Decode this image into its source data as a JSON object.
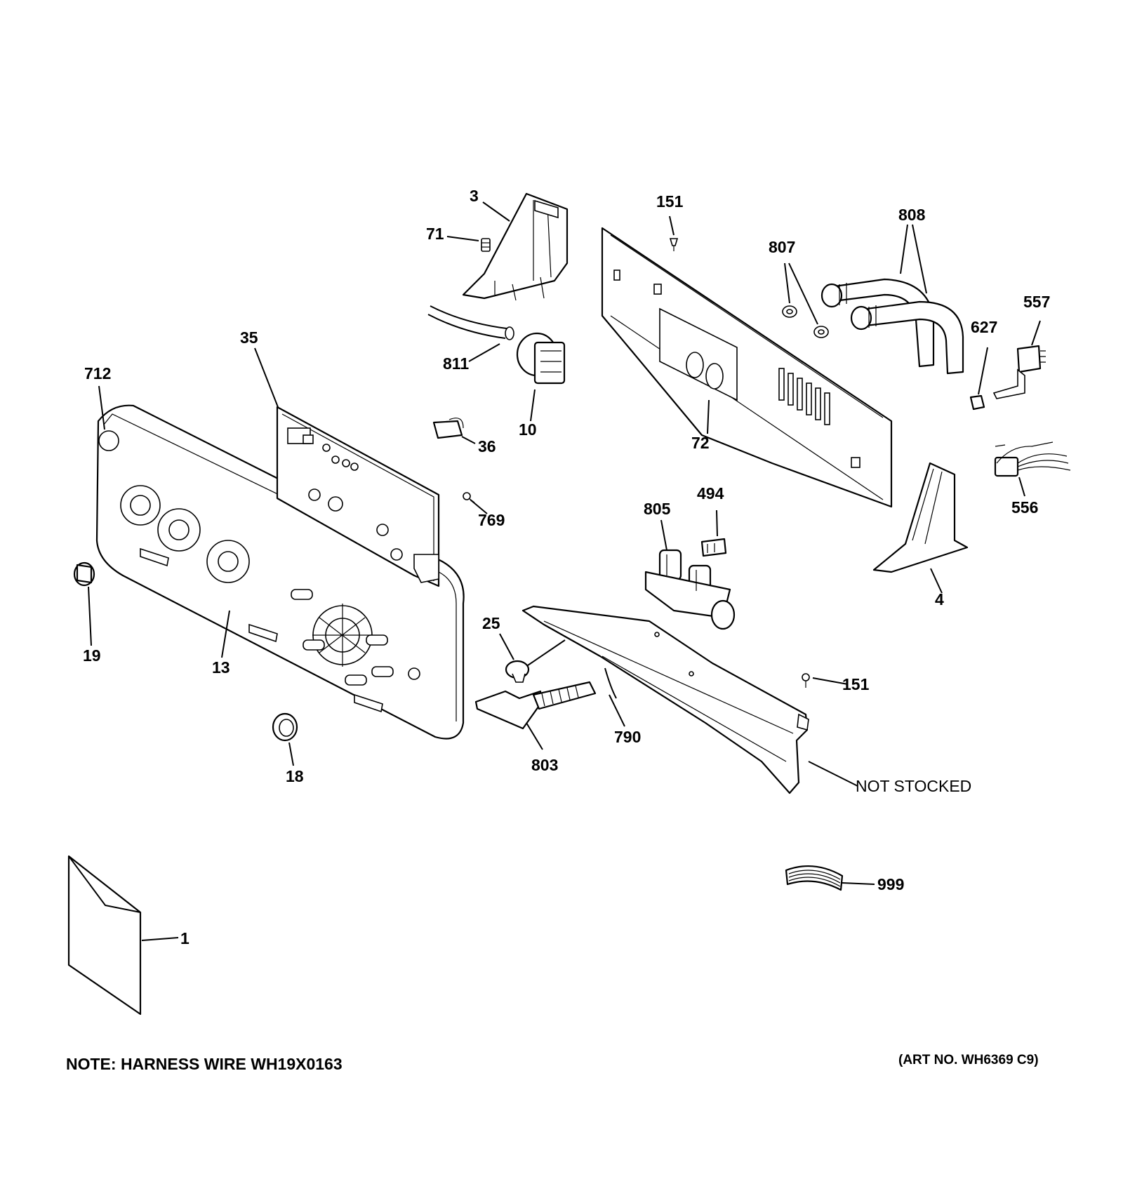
{
  "callouts": {
    "c3": "3",
    "c71": "71",
    "c151a": "151",
    "c808": "808",
    "c807": "807",
    "c557": "557",
    "c627": "627",
    "c35": "35",
    "c811": "811",
    "c10": "10",
    "c712": "712",
    "c36": "36",
    "c72": "72",
    "c556": "556",
    "c769": "769",
    "c494": "494",
    "c805": "805",
    "c4": "4",
    "c25": "25",
    "c19": "19",
    "c13": "13",
    "c151b": "151",
    "c790": "790",
    "c803": "803",
    "c18": "18",
    "not_stocked": "NOT STOCKED",
    "c999": "999",
    "c1": "1"
  },
  "note": "NOTE: HARNESS WIRE WH19X0163",
  "art_no": "(ART NO. WH6369 C9)"
}
